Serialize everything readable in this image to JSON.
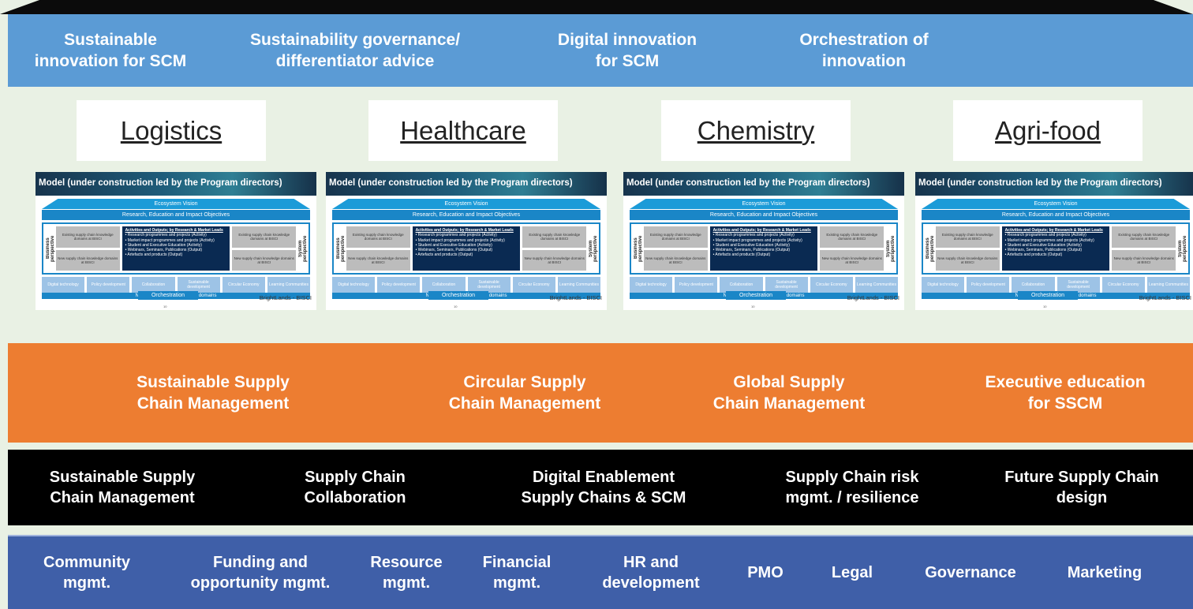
{
  "top_band": [
    "Sustainable\ninnovation for SCM",
    "Sustainability governance/\ndifferentiator advice",
    "Digital innovation\nfor SCM",
    "Orchestration of\ninnovation"
  ],
  "sectors": [
    "Logistics",
    "Healthcare",
    "Chemistry",
    "Agri-food"
  ],
  "model": {
    "title": "Model (under construction led by the Program directors)",
    "vision": "Ecosystem Vision",
    "objectives": "Research, Education and Impact Objectives",
    "business_perspective": "Business perspective",
    "system_perspective": "System perspective",
    "existing_domains": "Existing supply chain knowledge domains at BISCI",
    "new_domains": "New supply chain knowledge domains at BISCI",
    "activities_title": "Activities and Outputs; by Research & Market Leads",
    "activities": [
      "Research programmes and projects (Activity)",
      "Market impact programmes and projects (Activity)",
      "Student and Executive Education (Activity)",
      "Webinars, Seminars, Publications (Output)",
      "Artefacts and products (Output)"
    ],
    "domains": [
      "Digital technology",
      "Policy development",
      "Collaboration",
      "Sustainable development",
      "Circular Economy",
      "Learning Communities"
    ],
    "non_scm": "Non Supply Chain knowledge domains",
    "orchestration": "Orchestration",
    "page_number": "10",
    "brand": "BrightLands - BISCI"
  },
  "orange_band": [
    "Sustainable Supply\nChain Management",
    "Circular Supply\nChain Management",
    "Global Supply\nChain Management",
    "Executive education\nfor SSCM"
  ],
  "black_band": [
    "Sustainable Supply\nChain Management",
    "Supply Chain\nCollaboration",
    "Digital Enablement\nSupply Chains & SCM",
    "Supply Chain risk\nmgmt. / resilience",
    "Future Supply Chain\ndesign"
  ],
  "blue_band": [
    "Community\nmgmt.",
    "Funding and\nopportunity mgmt.",
    "Resource\nmgmt.",
    "Financial\nmgmt.",
    "HR and\ndevelopment",
    "PMO",
    "Legal",
    "Governance",
    "Marketing"
  ],
  "colors": {
    "top_band": "#5b9bd5",
    "orange_band": "#ed7d31",
    "black_band": "#000000",
    "blue_band": "#3f5fa8",
    "background": "#e9f1e4"
  }
}
